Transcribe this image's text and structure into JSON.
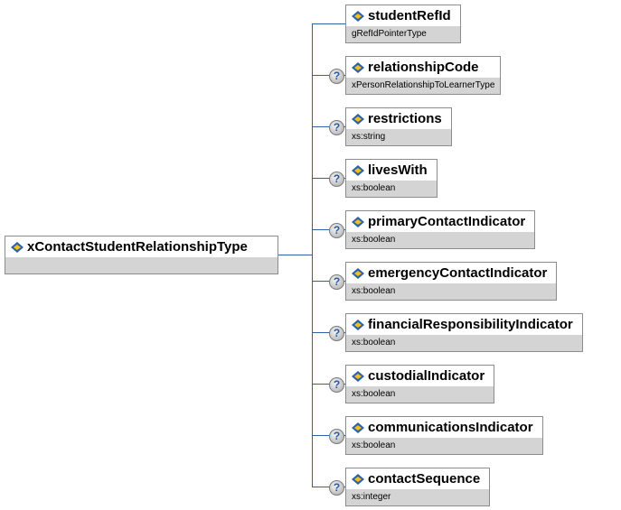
{
  "root": {
    "name": "xContactStudentRelationshipType"
  },
  "children": [
    {
      "name": "studentRefId",
      "type": "gRefIdPointerType",
      "optional": false
    },
    {
      "name": "relationshipCode",
      "type": "xPersonRelationshipToLearnerType",
      "optional": true
    },
    {
      "name": "restrictions",
      "type": "xs:string",
      "optional": true
    },
    {
      "name": "livesWith",
      "type": "xs:boolean",
      "optional": true
    },
    {
      "name": "primaryContactIndicator",
      "type": "xs:boolean",
      "optional": true
    },
    {
      "name": "emergencyContactIndicator",
      "type": "xs:boolean",
      "optional": true
    },
    {
      "name": "financialResponsibilityIndicator",
      "type": "xs:boolean",
      "optional": true
    },
    {
      "name": "custodialIndicator",
      "type": "xs:boolean",
      "optional": true
    },
    {
      "name": "communicationsIndicator",
      "type": "xs:boolean",
      "optional": true
    },
    {
      "name": "contactSequence",
      "type": "xs:integer",
      "optional": true
    }
  ],
  "optional_icon": "question-mark-icon",
  "element_icon": "element-diamond-icon",
  "colors": {
    "connector": "#2e62a8",
    "type_band": "#d4d4d4"
  }
}
